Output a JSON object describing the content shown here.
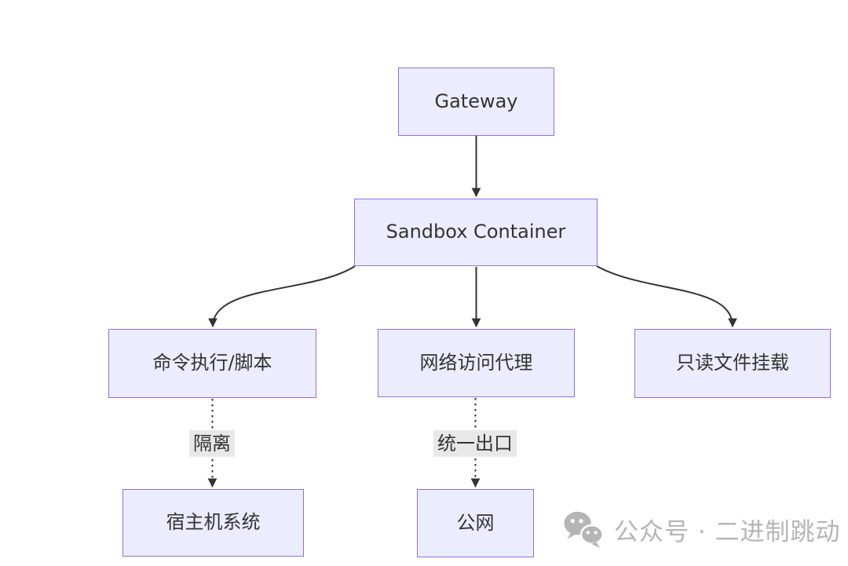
{
  "diagram": {
    "type": "flowchart",
    "direction": "top-down",
    "nodes": [
      {
        "id": "gateway",
        "label": "Gateway"
      },
      {
        "id": "sandbox",
        "label": "Sandbox Container"
      },
      {
        "id": "exec",
        "label": "命令执行/脚本"
      },
      {
        "id": "proxy",
        "label": "网络访问代理"
      },
      {
        "id": "mount",
        "label": "只读文件挂载"
      },
      {
        "id": "host",
        "label": "宿主机系统"
      },
      {
        "id": "internet",
        "label": "公网"
      }
    ],
    "edges": [
      {
        "from": "gateway",
        "to": "sandbox",
        "style": "solid",
        "label": ""
      },
      {
        "from": "sandbox",
        "to": "exec",
        "style": "solid",
        "label": ""
      },
      {
        "from": "sandbox",
        "to": "proxy",
        "style": "solid",
        "label": ""
      },
      {
        "from": "sandbox",
        "to": "mount",
        "style": "solid",
        "label": ""
      },
      {
        "from": "exec",
        "to": "host",
        "style": "dotted",
        "label": "隔离"
      },
      {
        "from": "proxy",
        "to": "internet",
        "style": "dotted",
        "label": "统一出口"
      }
    ],
    "colors": {
      "node_fill": "#ECECFF",
      "node_border": "#9370DB",
      "node_text": "#333333",
      "edge_stroke": "#333333",
      "edge_label_bg": "#e8e8e8"
    }
  },
  "watermark": {
    "icon": "wechat-icon",
    "text": "公众号 · 二进制跳动",
    "color": "#b5b5b5"
  }
}
